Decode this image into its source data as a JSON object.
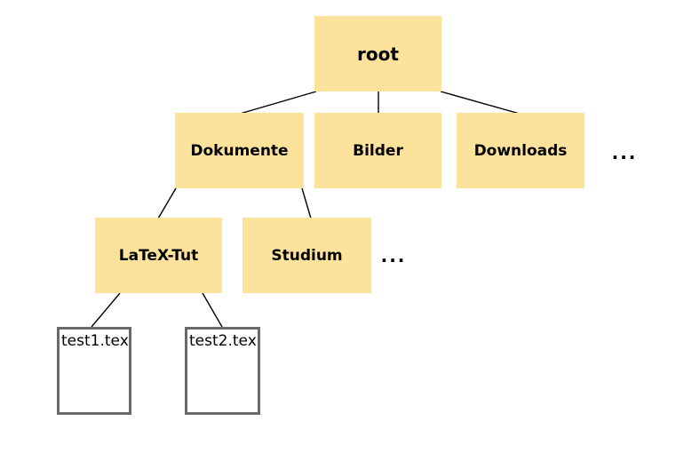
{
  "diagram": {
    "type": "tree",
    "description": "File system hierarchy diagram",
    "colors": {
      "folder_fill": "#FCE29B",
      "file_fill": "#FFFFFF",
      "file_border": "#696969",
      "edge": "#000000",
      "text": "#000000",
      "background": "#FFFFFF"
    },
    "nodes": {
      "root": {
        "label": "root",
        "type": "folder"
      },
      "dokumente": {
        "label": "Dokumente",
        "type": "folder"
      },
      "bilder": {
        "label": "Bilder",
        "type": "folder"
      },
      "downloads": {
        "label": "Downloads",
        "type": "folder"
      },
      "ellipsis_row2": {
        "label": "...",
        "type": "ellipsis"
      },
      "latex_tut": {
        "label": "LaTeX-Tut",
        "type": "folder"
      },
      "studium": {
        "label": "Studium",
        "type": "folder"
      },
      "ellipsis_row3": {
        "label": "...",
        "type": "ellipsis"
      },
      "test1": {
        "label": "test1.tex",
        "type": "file"
      },
      "test2": {
        "label": "test2.tex",
        "type": "file"
      }
    },
    "edges": [
      {
        "from": "root",
        "to": "dokumente"
      },
      {
        "from": "root",
        "to": "bilder"
      },
      {
        "from": "root",
        "to": "downloads"
      },
      {
        "from": "dokumente",
        "to": "latex_tut"
      },
      {
        "from": "dokumente",
        "to": "studium"
      },
      {
        "from": "latex_tut",
        "to": "test1"
      },
      {
        "from": "latex_tut",
        "to": "test2"
      }
    ]
  }
}
